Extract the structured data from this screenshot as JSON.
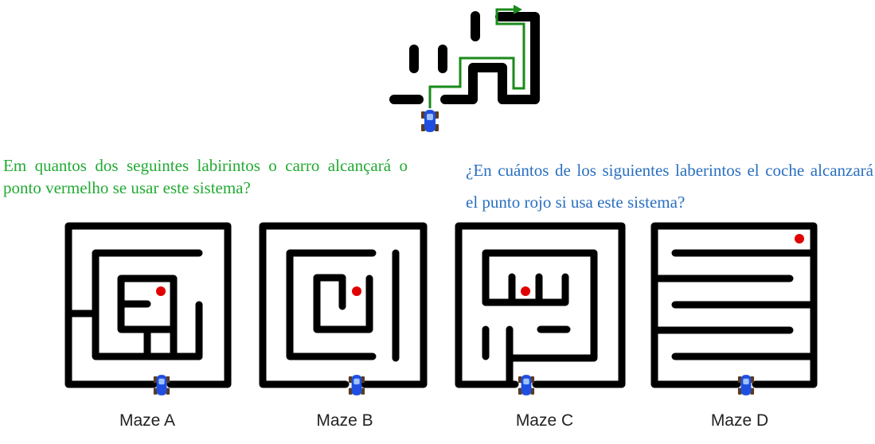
{
  "colors": {
    "wall": "#000000",
    "path": "#1a8a1a",
    "target": "#e00000",
    "car_body": "#1f4fe0",
    "car_wheels": "#5a3a20",
    "text_pt": "#22aa33",
    "text_es": "#2a6fc0"
  },
  "question": {
    "pt": "Em quantos dos seguintes labirintos o carro alcançará o ponto vermelho se usar este sistema?",
    "es": "¿En cuántos de los siguientes laberintos el coche alcanzará el punto rojo si usa este sistema?"
  },
  "example": {
    "icon": "car-icon",
    "path": "green-path-arrow"
  },
  "mazes": [
    {
      "label": "Maze A"
    },
    {
      "label": "Maze B"
    },
    {
      "label": "Maze C"
    },
    {
      "label": "Maze D"
    }
  ]
}
